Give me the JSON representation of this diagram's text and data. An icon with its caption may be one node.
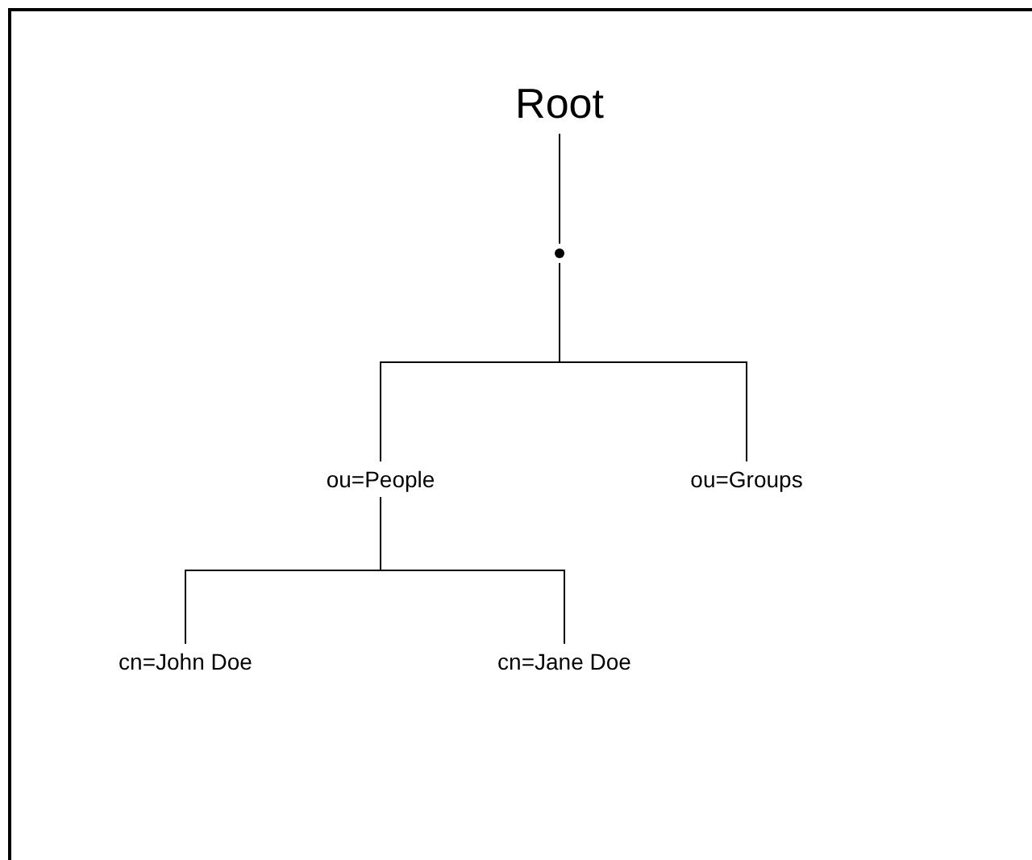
{
  "diagram": {
    "nodes": [
      {
        "text": [
          "Root"
        ]
      },
      {
        "text": [],
        "shape": "dot"
      },
      {
        "text": [
          "ou=People"
        ]
      },
      {
        "text": [
          "ou=Groups"
        ]
      },
      {
        "text": [
          "cn=John Doe"
        ]
      },
      {
        "text": [
          "cn=Jane Doe"
        ]
      }
    ],
    "edges": [
      {
        "from": 0,
        "to": 1,
        "arrow": "none"
      },
      {
        "from": 1,
        "to": 2,
        "arrow": "none"
      },
      {
        "from": 1,
        "to": 3,
        "arrow": "none"
      },
      {
        "from": 2,
        "to": 4,
        "arrow": "none"
      },
      {
        "from": 2,
        "to": 5,
        "arrow": "none"
      }
    ]
  }
}
